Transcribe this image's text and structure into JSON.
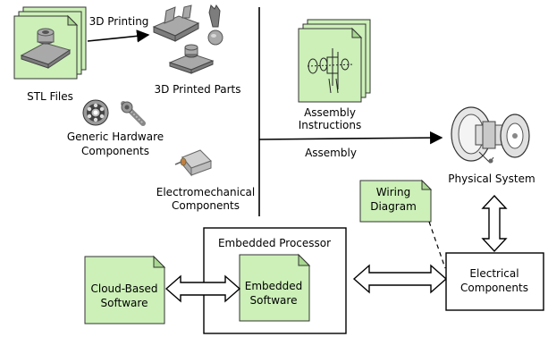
{
  "labels": {
    "stl_files": "STL Files",
    "printing_3d": "3D Printing",
    "printed_parts": "3D Printed Parts",
    "generic_hw_1": "Generic Hardware",
    "generic_hw_2": "Components",
    "electromech_1": "Electromechanical",
    "electromech_2": "Components",
    "assembly_instr_1": "Assembly",
    "assembly_instr_2": "Instructions",
    "assembly": "Assembly",
    "physical_system": "Physical System",
    "wiring_1": "Wiring",
    "wiring_2": "Diagram",
    "embedded_processor": "Embedded Processor",
    "embedded_sw_1": "Embedded",
    "embedded_sw_2": "Software",
    "cloud_sw_1": "Cloud-Based",
    "cloud_sw_2": "Software",
    "electrical_1": "Electrical",
    "electrical_2": "Components"
  },
  "icons": {
    "stl": "stl-part-icon",
    "printed": "printed-parts-icon",
    "bearing": "bearing-icon",
    "bolt": "bolt-icon",
    "motor": "motor-icon",
    "assembly_drawing": "exploded-assembly-icon",
    "physical": "physical-system-icon"
  },
  "colors": {
    "document_fill": "#ccf0b8",
    "document_fold": "#a8d890"
  }
}
